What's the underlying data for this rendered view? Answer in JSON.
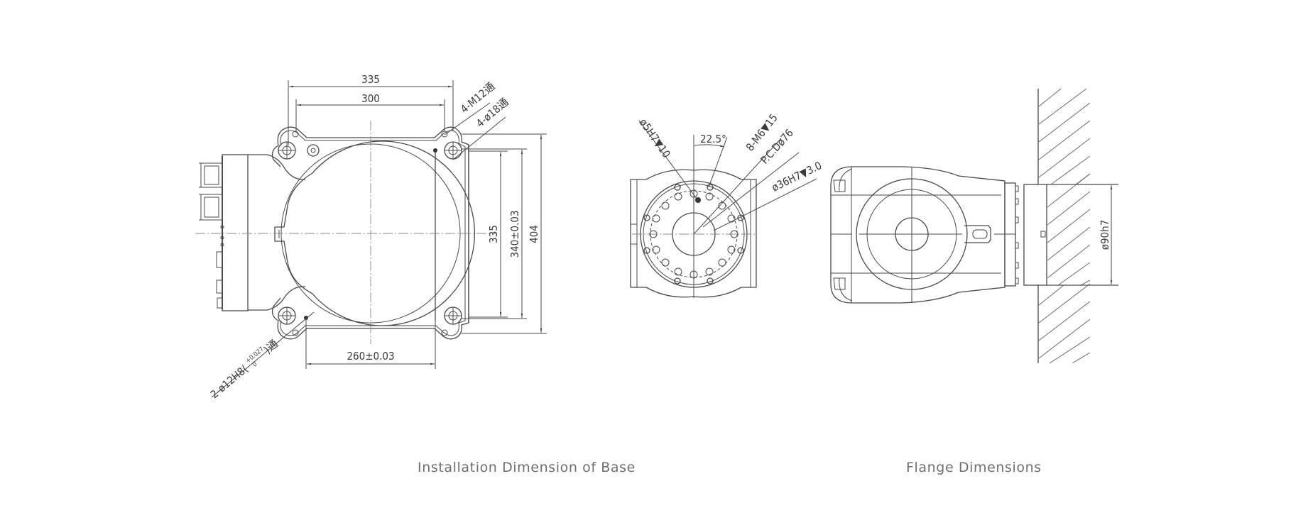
{
  "figures": [
    {
      "id": "base",
      "caption": "Installation Dimension of Base",
      "dimensions": {
        "top_outer_width": "335",
        "top_hole_spacing": "300",
        "bottom_pin_spacing": "260±0.03",
        "right_inner_height": "335",
        "right_hole_spacing": "340±0.03",
        "right_overall_height": "404",
        "callout_threaded": "4-M12通",
        "callout_through": "4-ø18通",
        "callout_pin": "2-ø12H8(+0.027/0)通",
        "callout_pin_main": "2-ø12H8(",
        "callout_pin_upper_tol": "+0.027",
        "callout_pin_lower_tol": "0",
        "callout_pin_tail": ")通"
      }
    },
    {
      "id": "flange",
      "caption": "Flange Dimensions",
      "dimensions": {
        "pin_hole": "ø5H7▼10",
        "angle": "22.5°",
        "tapped_holes": "8-M6▼15",
        "pitch_circle": "P.C.Dø76",
        "center_bore": "ø36H7▼3.0",
        "spigot": "ø90h7"
      }
    }
  ],
  "colors": {
    "line": "#4a4a4a",
    "caption": "#6e6e6e",
    "background": "#ffffff"
  }
}
